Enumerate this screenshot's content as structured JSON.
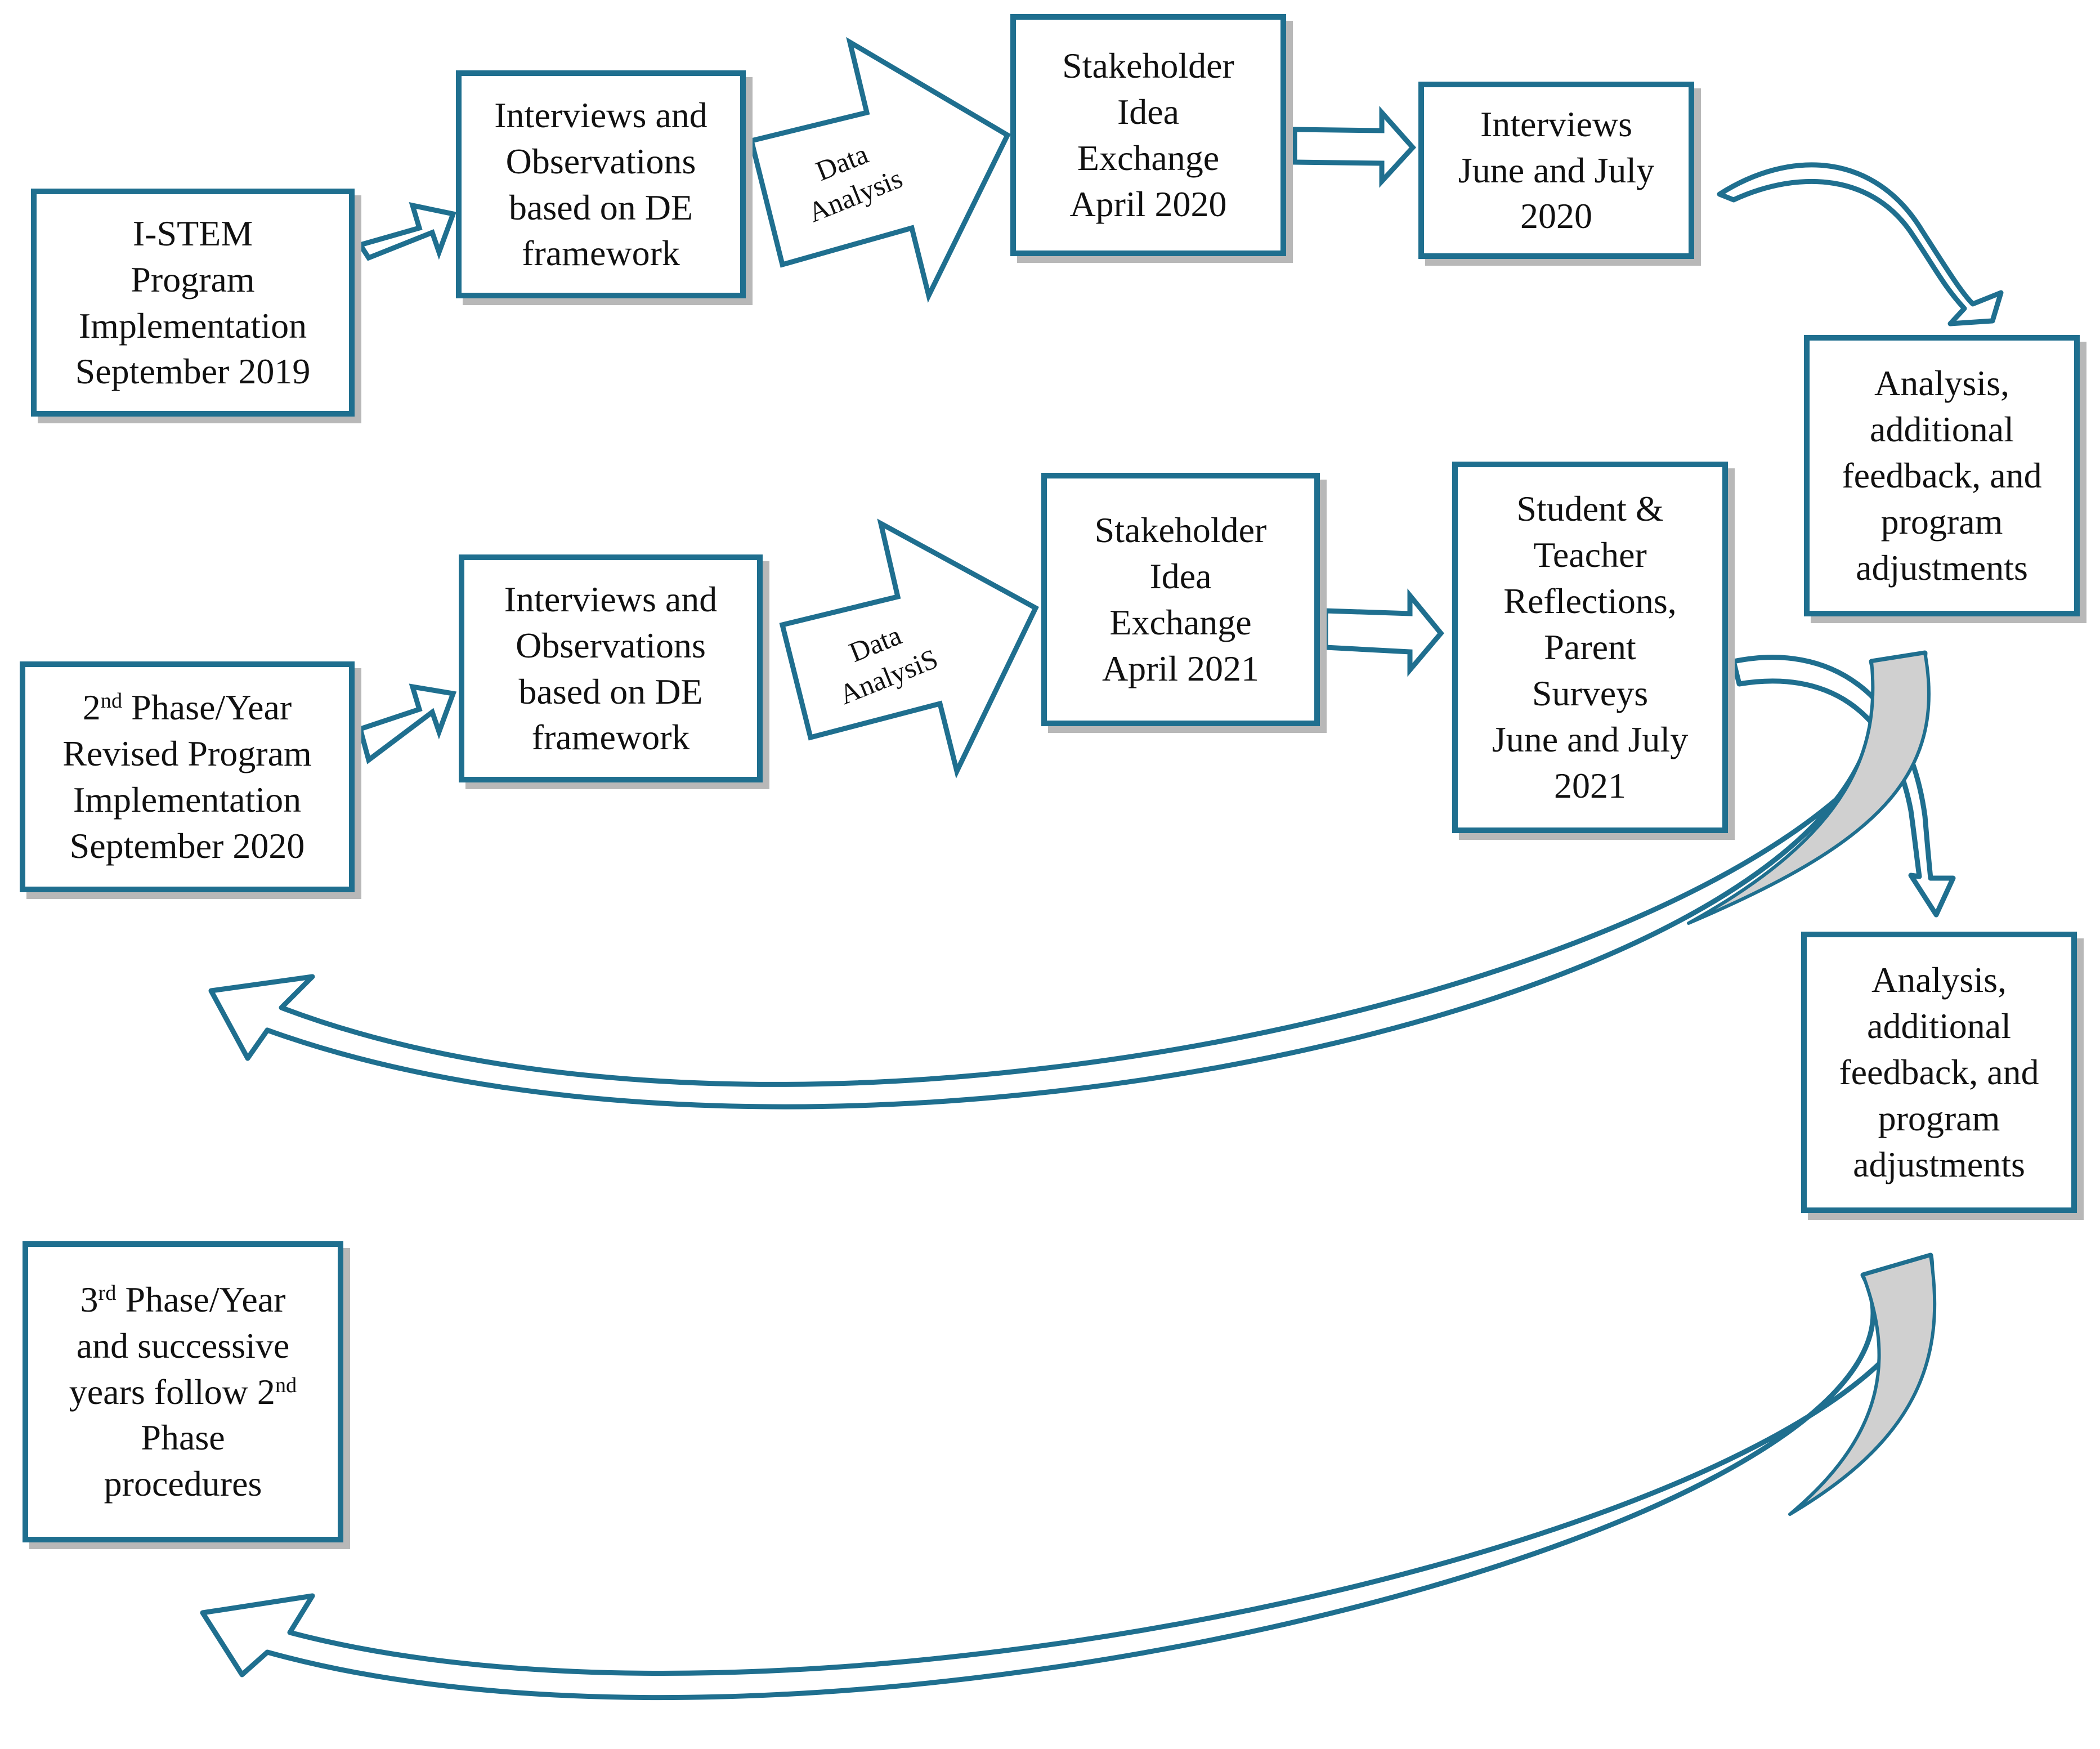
{
  "colors": {
    "border": "#1f6f8f",
    "shadow": "#b8b8b8",
    "return_arrow_fill": "#d0d0d0"
  },
  "row1": {
    "b1": [
      "I-STEM",
      "Program",
      "Implementation",
      "September 2019"
    ],
    "b2": [
      "Interviews and",
      "Observations",
      "based on DE",
      "framework"
    ],
    "da": [
      "Data",
      "Analysis"
    ],
    "b3": [
      "Stakeholder",
      "Idea",
      "Exchange",
      "April 2020"
    ],
    "b4": [
      "Interviews",
      "June and July",
      "2020"
    ]
  },
  "analysis1": [
    "Analysis,",
    "additional",
    "feedback, and",
    "program",
    "adjustments"
  ],
  "row2": {
    "b1": [
      "2",
      "nd",
      " Phase/Year",
      "Revised Program",
      "Implementation",
      "September 2020"
    ],
    "b2": [
      "Interviews and",
      "Observations",
      "based on DE",
      "framework"
    ],
    "da": [
      "Data",
      "AnalysiS"
    ],
    "b3": [
      "Stakeholder",
      "Idea",
      "Exchange",
      "April 2021"
    ],
    "b4": [
      "Student &",
      "Teacher",
      "Reflections,",
      "Parent",
      "Surveys",
      "June and July",
      "2021"
    ]
  },
  "analysis2": [
    "Analysis,",
    "additional",
    "feedback, and",
    "program",
    "adjustments"
  ],
  "phase3": [
    "3",
    "rd",
    " Phase/Year",
    "and successive",
    "years follow 2",
    "nd",
    "Phase",
    "procedures"
  ]
}
